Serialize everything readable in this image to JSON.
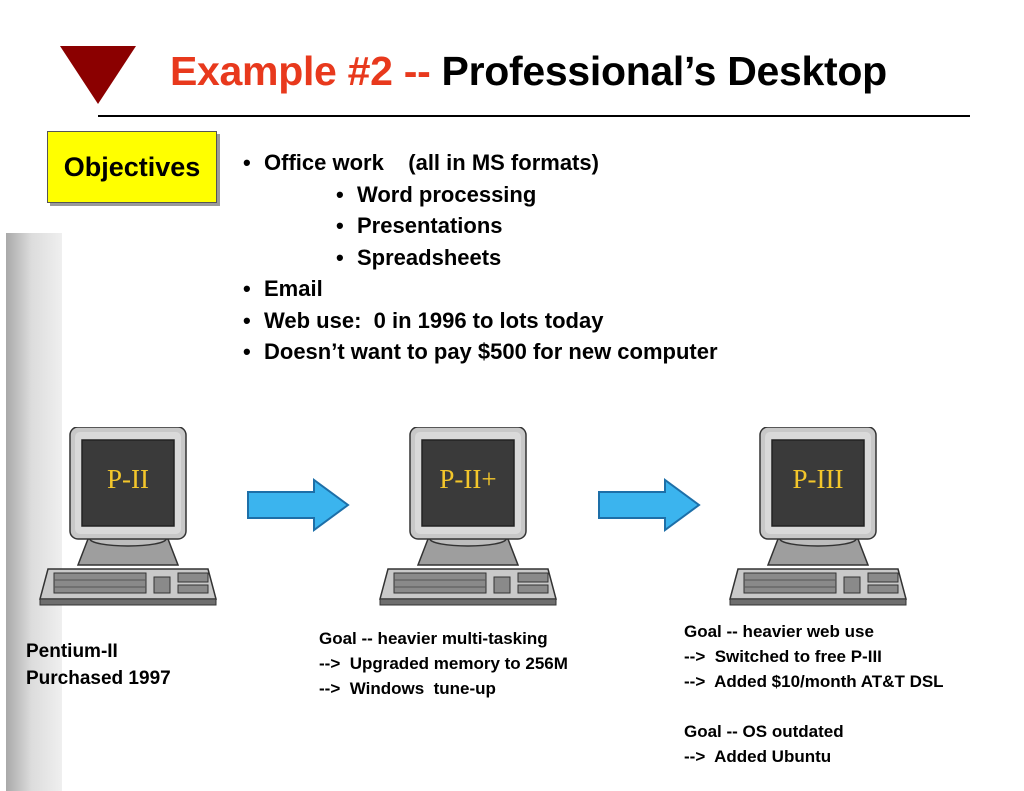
{
  "title": {
    "prefix": "Example #2 --",
    "main": "Professional’s Desktop"
  },
  "colors": {
    "title_accent": "#e8391d",
    "title_arrow": "#8b0000",
    "objectives_bg": "#ffff00",
    "arrow_fill": "#3bb4ee",
    "cpu_label": "#f3c62b"
  },
  "objectives": {
    "label": "Objectives",
    "items": [
      {
        "text": "Office work    (all in MS formats)",
        "level": 0
      },
      {
        "text": "Word processing",
        "level": 1
      },
      {
        "text": "Presentations",
        "level": 1
      },
      {
        "text": "Spreadsheets",
        "level": 1
      },
      {
        "text": "Email",
        "level": 0
      },
      {
        "text": "Web use:  0 in 1996 to lots today",
        "level": 0
      },
      {
        "text": "Doesn’t want to pay $500 for new computer",
        "level": 0
      }
    ]
  },
  "computers": [
    {
      "label": "P-II"
    },
    {
      "label": "P-II+"
    },
    {
      "label": "P-III"
    }
  ],
  "captions": {
    "left": [
      "Pentium-II",
      "Purchased 1997"
    ],
    "middle": [
      "Goal -- heavier multi-tasking",
      "-->  Upgraded memory to 256M",
      "-->  Windows  tune-up"
    ],
    "right": [
      "Goal -- heavier web use",
      "-->  Switched to free P-III",
      "-->  Added $10/month AT&T DSL",
      "",
      "Goal -- OS outdated",
      "-->  Added Ubuntu"
    ]
  }
}
